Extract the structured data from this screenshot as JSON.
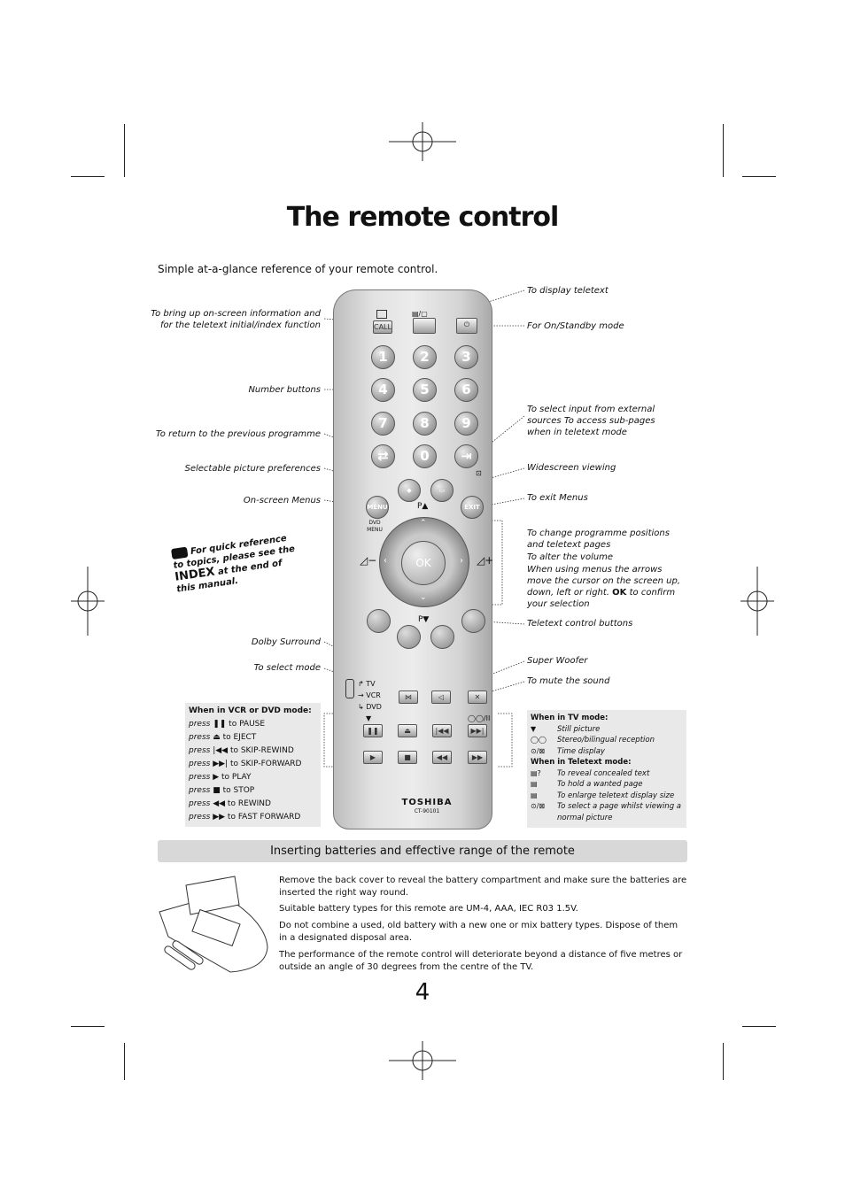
{
  "page": {
    "title": "The remote control",
    "subtitle": "Simple at-a-glance reference of your remote control.",
    "page_number": "4"
  },
  "labels_left": {
    "info": "To bring up on-screen information and for the teletext initial/index function",
    "numbers": "Number buttons",
    "prev": "To return to the previous programme",
    "picture": "Selectable picture preferences",
    "menus": "On-screen Menus",
    "dolby": "Dolby Surround",
    "mode": "To select mode"
  },
  "labels_right": {
    "teletext": "To display teletext",
    "standby": "For On/Standby mode",
    "input": "To select input from external sources To access sub-pages when in teletext mode",
    "widescreen": "Widescreen viewing",
    "exit": "To exit Menus",
    "change": "To change programme positions and teletext pages",
    "volume": "To alter the volume",
    "arrows_pre": "When using menus the arrows move the cursor on the screen up, down, left or right.",
    "arrows_ok": "OK",
    "arrows_post": "to confirm your selection",
    "teletext_ctrl": "Teletext control buttons",
    "woofer": "Super Woofer",
    "mute": "To mute the sound"
  },
  "tip": {
    "pre": "For quick reference to topics, please see the",
    "index": "INDEX",
    "post": "at the end of this manual."
  },
  "remote": {
    "call": "CALL",
    "numbers": [
      "1",
      "2",
      "3",
      "4",
      "5",
      "6",
      "7",
      "8",
      "9",
      "0"
    ],
    "menu": "MENU",
    "exit": "EXIT",
    "ok": "OK",
    "p_up": "P▲",
    "p_down": "P▼",
    "dvd_menu": "DVD MENU",
    "modes": [
      "TV",
      "VCR",
      "DVD"
    ],
    "brand": "TOSHIBA",
    "model": "CT-90101"
  },
  "vcr_box": {
    "heading": "When in VCR or DVD mode:",
    "lines": [
      {
        "press": "press",
        "sym": "❚❚",
        "text": "to PAUSE"
      },
      {
        "press": "press",
        "sym": "⏏",
        "text": "to EJECT"
      },
      {
        "press": "press",
        "sym": "|◀◀",
        "text": "to SKIP-REWIND"
      },
      {
        "press": "press",
        "sym": "▶▶|",
        "text": "to SKIP-FORWARD"
      },
      {
        "press": "press",
        "sym": "▶",
        "text": "to PLAY"
      },
      {
        "press": "press",
        "sym": "■",
        "text": "to STOP"
      },
      {
        "press": "press",
        "sym": "◀◀",
        "text": "to REWIND"
      },
      {
        "press": "press",
        "sym": "▶▶",
        "text": "to FAST FORWARD"
      }
    ]
  },
  "tv_box": {
    "tv_heading": "When in TV mode:",
    "tv_lines": [
      "Still picture",
      "Stereo/bilingual reception",
      "Time display"
    ],
    "ttx_heading": "When in Teletext mode:",
    "ttx_lines": [
      "To reveal concealed text",
      "To hold a wanted page",
      "To enlarge teletext display size",
      "To select a page whilst viewing a normal picture"
    ]
  },
  "batteries": {
    "heading": "Inserting batteries and effective range of the remote",
    "paragraphs": [
      "Remove the back cover to reveal the battery compartment and make sure the batteries are inserted the right way round.",
      "Suitable battery types for this remote are UM-4, AAA, IEC R03 1.5V.",
      "Do not combine a used, old battery with a new one or mix battery types. Dispose of them in a designated disposal area.",
      "The performance of the remote control will deteriorate beyond a distance of five metres or outside an angle of 30 degrees from the centre of the TV."
    ]
  }
}
